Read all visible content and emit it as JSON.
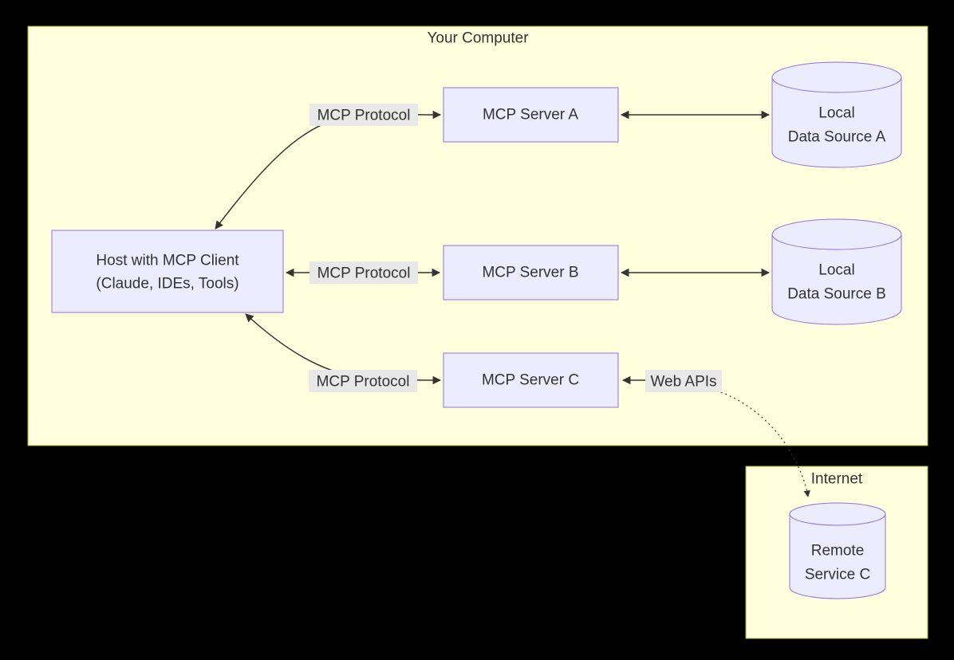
{
  "diagram": {
    "type": "architecture-flowchart",
    "clusters": {
      "computer": {
        "title": "Your Computer"
      },
      "internet": {
        "title": "Internet"
      }
    },
    "nodes": {
      "host": {
        "line1": "Host with MCP Client",
        "line2": "(Claude, IDEs, Tools)"
      },
      "server_a": {
        "label": "MCP Server A"
      },
      "server_b": {
        "label": "MCP Server B"
      },
      "server_c": {
        "label": "MCP Server C"
      },
      "data_a": {
        "line1": "Local",
        "line2": "Data Source A"
      },
      "data_b": {
        "line1": "Local",
        "line2": "Data Source B"
      },
      "remote_c": {
        "line1": "Remote",
        "line2": "Service C"
      }
    },
    "edge_labels": {
      "host_server_a": "MCP Protocol",
      "host_server_b": "MCP Protocol",
      "host_server_c": "MCP Protocol",
      "server_c_remote": "Web APIs"
    },
    "colors": {
      "page_background": "#000000",
      "cluster_fill": "#ffffde",
      "cluster_border": "#aaaa33",
      "node_fill": "#ececff",
      "node_border": "#9370db",
      "edge_stroke": "#333333",
      "edge_label_background": "#e8e8e8",
      "text": "#333333"
    }
  }
}
